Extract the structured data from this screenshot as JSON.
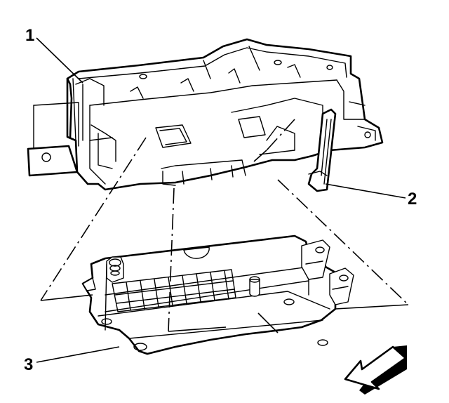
{
  "callouts": [
    {
      "id": "1",
      "text": "1"
    },
    {
      "id": "2",
      "text": "2"
    },
    {
      "id": "3",
      "text": "3"
    }
  ],
  "icons": {
    "direction_arrow": "direction-arrow-icon"
  },
  "colors": {
    "line": "#000000",
    "background": "#ffffff"
  }
}
